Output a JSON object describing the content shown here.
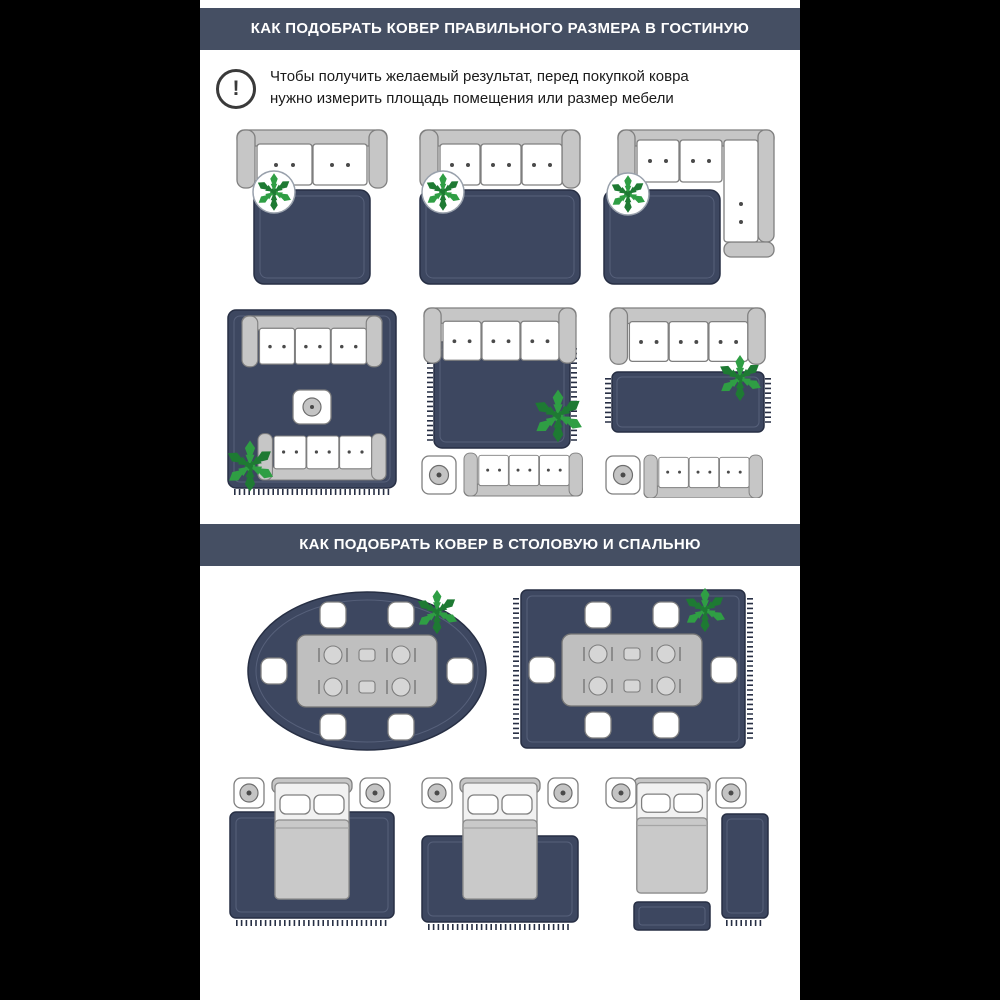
{
  "colors": {
    "page_bg": "#000000",
    "content_bg": "#ffffff",
    "header_bg": "#454f63",
    "rug": "#3d4760",
    "rug_border": "#272f44",
    "rug_inner": "#6b7590",
    "plant_a": "#2f9e44",
    "plant_b": "#1e7a33",
    "text": "#1a1a1a"
  },
  "header1": {
    "title": "КАК ПОДОБРАТЬ КОВЕР ПРАВИЛЬНОГО РАЗМЕРА В ГОСТИНУЮ"
  },
  "note": {
    "icon": "exclamation-icon",
    "text": "Чтобы получить желаемый результат, перед покупкой ковра нужно измерить площадь помещения или размер мебели"
  },
  "header2": {
    "title": "КАК ПОДОБРАТЬ КОВЕР В СТОЛОВУЮ И СПАЛЬНЮ"
  },
  "diagrams": {
    "living_room": [
      "rug-narrower-than-sofa",
      "rug-full-sofa-width",
      "corner-sofa-with-rug",
      "large-rug-two-sofas-coffee-table",
      "medium-rug-front-of-sofas",
      "small-rug-between-sofas"
    ],
    "dining": [
      "oval-rug-dining-table",
      "rectangular-rug-dining-table"
    ],
    "bedroom": [
      "rug-under-entire-bed",
      "rug-under-lower-bed",
      "side-and-foot-runner-rugs"
    ]
  }
}
